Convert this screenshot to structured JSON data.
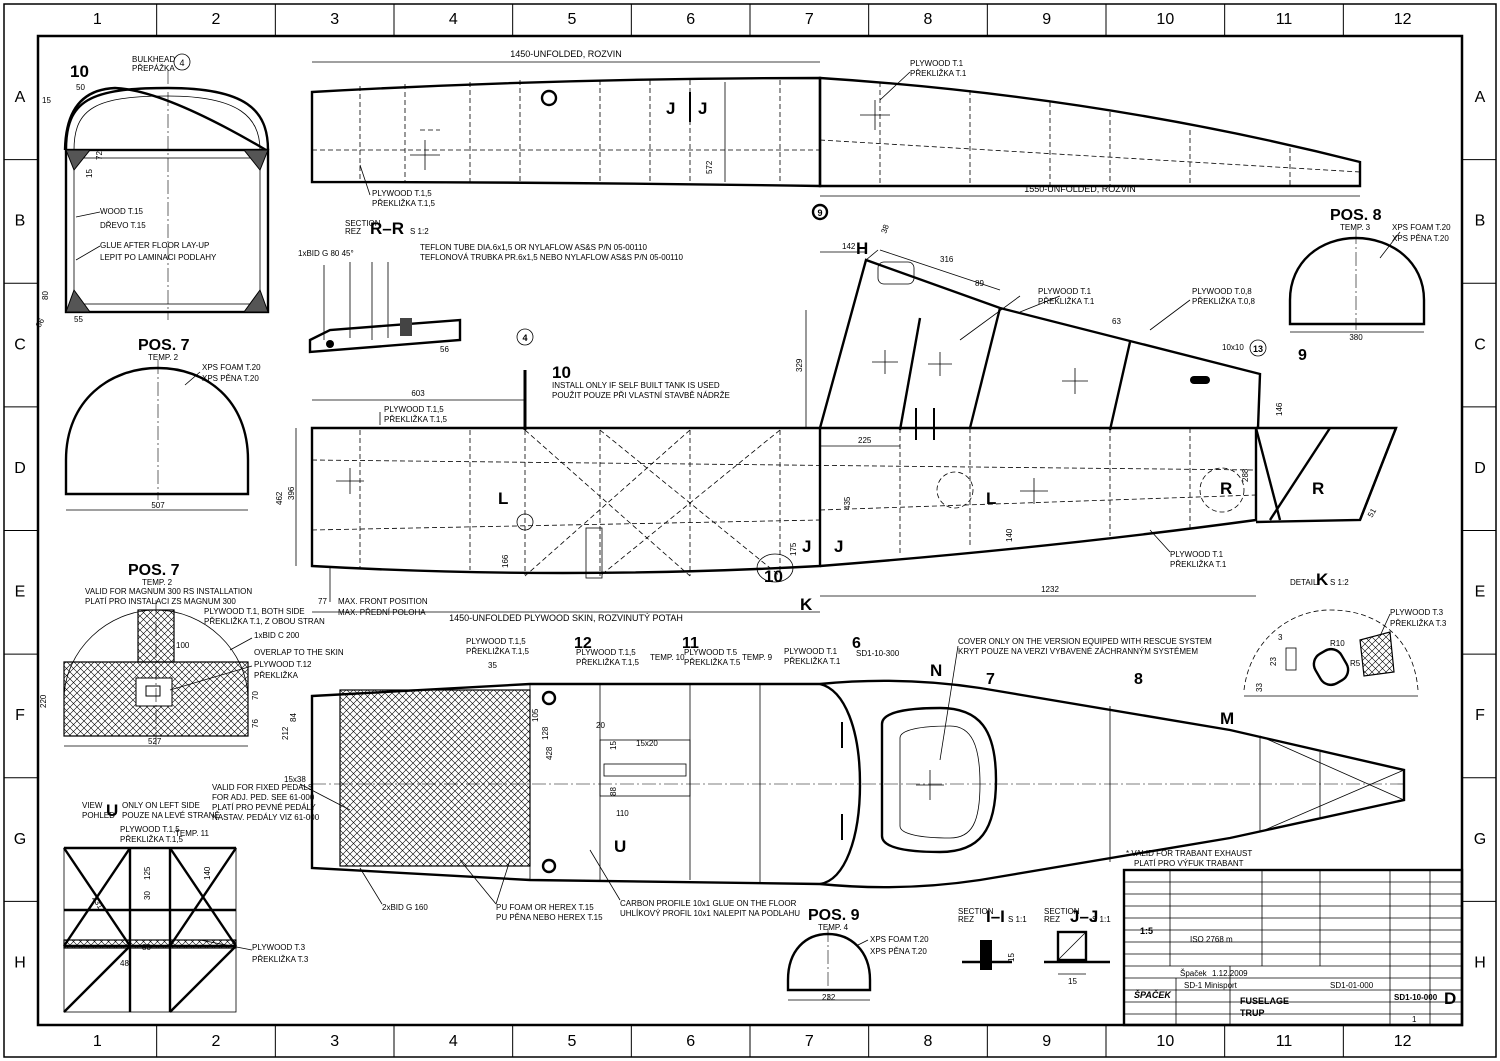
{
  "grid": {
    "columns": [
      "1",
      "2",
      "3",
      "4",
      "5",
      "6",
      "7",
      "8",
      "9",
      "10",
      "11",
      "12"
    ],
    "rows": [
      "A",
      "B",
      "C",
      "D",
      "E",
      "F",
      "G",
      "H"
    ]
  },
  "labels": {
    "bulkhead_title": "BULKHEAD",
    "bulkhead_title_cz": "PŘEPÁŽKA",
    "bulkhead_num": "4",
    "part10": "10",
    "wood": "WOOD T.15",
    "wood_cz": "DŘEVO T.15",
    "glue": "GLUE AFTER FLOOR LAY-UP",
    "glue_cz": "LEPIT PO LAMINACI PODLAHY",
    "dims_bulkhead": [
      "15",
      "50",
      "72",
      "15",
      "80",
      "86",
      "55"
    ],
    "top_unfolded": "1450-UNFOLDED, ROZVIN",
    "top_572": "572",
    "plywood_t1": "PLYWOOD T.1",
    "prekl_t1": "PŘEKLIŽKA T.1",
    "plywood_t15": "PLYWOOD T.1,5",
    "prekl_t15": "PŘEKLIŽKA T.1,5",
    "unfolded_1550": "1550-UNFOLDED, ROZVIN",
    "pos8": "POS. 8",
    "temp3": "TEMP. 3",
    "xps20": "XPS FOAM T.20",
    "xps20_cz": "XPS PĚNA T.20",
    "dim380": "380",
    "section_rr": "SECTION",
    "rez": "REZ",
    "rr": "R–R",
    "scale12": "S 1:2",
    "bid80": "1xBID G 80 45°",
    "teflon": "TEFLON TUBE DIA.6x1,5 OR NYLAFLOW AS&S P/N 05-00110",
    "teflon_cz": "TEFLONOVÁ TRUBKA PR.6x1,5 NEBO NYLAFLOW AS&S P/N 05-00110",
    "dim56": "56",
    "pos7": "POS. 7",
    "temp2": "TEMP. 2",
    "dim507": "507",
    "install_tank": "INSTALL ONLY IF SELF BUILT TANK IS USED",
    "install_tank_cz": "POUŽIT POUZE PŘI VLASTNÍ STAVBĚ NÁDRŽE",
    "dim603": "603",
    "dims_main": [
      "462",
      "396",
      "166",
      "435",
      "175",
      "225",
      "329",
      "142",
      "38",
      "316",
      "89",
      "63",
      "146",
      "288",
      "140",
      "51",
      "1232",
      "77"
    ],
    "plywood_t08": "PLYWOOD T.0,8",
    "prekl_t08": "PŘEKLIŽKA T.0,8",
    "size10x10": "10x10",
    "n13": "13",
    "n9": "9",
    "n4": "4",
    "n12": "12",
    "n11": "11",
    "n6": "6",
    "n7": "7",
    "n8": "8",
    "h": "H",
    "j": "J",
    "l": "L",
    "r": "R",
    "k": "K",
    "u": "U",
    "m": "M",
    "n": "N",
    "max_front": "MAX. FRONT POSITION",
    "max_front_cz": "MAX. PŘEDNÍ POLOHA",
    "unfolded_skin": "1450-UNFOLDED PLYWOOD SKIN, ROZVINUTÝ POTAH",
    "detail_k": "DETAIL",
    "pos7b_valid": "VALID FOR MAGNUM 300 RS INSTALLATION",
    "pos7b_valid_cz": "PLATÍ PRO INSTALACI ZS MAGNUM 300",
    "both_side": "PLYWOOD T.1, BOTH SIDE",
    "both_side_cz": "PŘEKLIŽKA T.1, Z OBOU STRAN",
    "bid200": "1xBID C 200",
    "overlap": "OVERLAP TO THE SKIN",
    "plywood_t12": "PLYWOOD T.12",
    "prekl": "PŘEKLIŽKA",
    "dims_pos7b": [
      "100",
      "220",
      "76",
      "70",
      "527"
    ],
    "plywood_t3": "PLYWOOD T.3",
    "prekl_t3": "PŘEKLIŽKA T.3",
    "plywood_t5": "PLYWOOD T.5",
    "prekl_t5": "PŘEKLIŽKA T.5",
    "temp9": "TEMP. 9",
    "temp10": "TEMP. 10",
    "temp11": "TEMP. 11",
    "temp4": "TEMP. 4",
    "sd1": "SD1-10-300",
    "cover_rescue": "COVER ONLY ON THE VERSION EQUIPED WITH RESCUE SYSTEM",
    "cover_rescue_cz": "KRYT POUZE NA VERZI VYBAVENÉ ZÁCHRANNÝM SYSTÉMEM",
    "dims_floor": [
      "35",
      "105",
      "20",
      "15x20",
      "15",
      "88",
      "110",
      "84",
      "212",
      "428",
      "128"
    ],
    "valid_fixed": "VALID FOR FIXED PEDALS",
    "valid_fixed2": "FOR ADJ. PED. SEE 61-000",
    "valid_fixed_cz": "PLATÍ PRO PEVNÉ PEDÁLY",
    "valid_fixed_cz2": "NASTAV. PEDÁLY VIZ 61-000",
    "dim15x38": "15x38",
    "view_u": "VIEW",
    "view_u_cz": "POHLED",
    "only_left": "ONLY ON LEFT SIDE",
    "only_left_cz": "POUZE NA LEVÉ STRANĚ",
    "dims_view": [
      "125",
      "30",
      "140",
      "231",
      "48",
      "80"
    ],
    "bid160": "2xBID G 160",
    "pu_foam": "PU FOAM OR HEREX T.15",
    "pu_foam_cz": "PU PĚNA NEBO HEREX T.15",
    "carbon": "CARBON PROFILE 10x1 GLUE ON THE FLOOR",
    "carbon_cz": "UHLÍKOVÝ PROFIL 10x1 NALEPIT NA PODLAHU",
    "pos9": "POS. 9",
    "dim232": "232",
    "section": "SECTION",
    "ii": "I–I",
    "jj": "J–J",
    "scale11": "S 1:1",
    "dim15": "15",
    "valid_trabant": "* VALID FOR TRABANT EXHAUST",
    "valid_trabant_cz": "PLATÍ PRO VÝFUK TRABANT",
    "dims_k": [
      "3",
      "23",
      "33",
      "R10",
      "R5"
    ],
    "iso": "ISO 2768 m"
  },
  "title_block": {
    "company": "ŠPAČEK",
    "title": "FUSELAGE",
    "title_cz": "TRUP",
    "drawing_no": "SD1-10-000",
    "sheet_size": "D",
    "sheet": "1",
    "scale": "1:5",
    "model": "SD-1 Minisport",
    "author": "Špaček",
    "date": "1.12.2009",
    "group_no": "SD1-01-000"
  }
}
